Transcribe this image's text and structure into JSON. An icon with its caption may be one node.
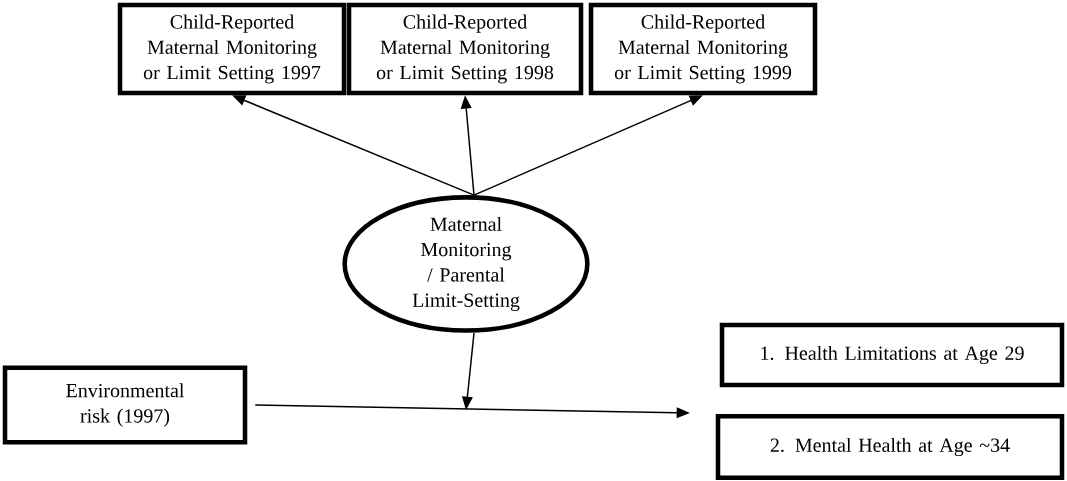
{
  "diagram": {
    "nodes": [
      {
        "text": [
          "Child-Reported Maternal Monitoring or Limit Setting 1997"
        ]
      },
      {
        "text": [
          "Child-Reported Maternal Monitoring or Limit Setting 1998"
        ]
      },
      {
        "text": [
          "Child-Reported Maternal Monitoring or Limit Setting 1999"
        ]
      },
      {
        "text": [
          "Maternal Monitoring / Parental Limit-Setting"
        ]
      },
      {
        "text": [
          "Environmental risk (1997)"
        ]
      },
      {
        "text": [
          "1. Health Limitations at Age 29"
        ]
      },
      {
        "text": [
          "2. Mental Health at Age ~34"
        ]
      }
    ],
    "edges": [
      {
        "from": 3,
        "to": 0,
        "arrow": "to"
      },
      {
        "from": 3,
        "to": 1,
        "arrow": "to"
      },
      {
        "from": 3,
        "to": 2,
        "arrow": "to"
      },
      {
        "from": 3,
        "to": null,
        "arrow": "to"
      },
      {
        "from": 4,
        "to": null,
        "arrow": "to"
      }
    ]
  }
}
